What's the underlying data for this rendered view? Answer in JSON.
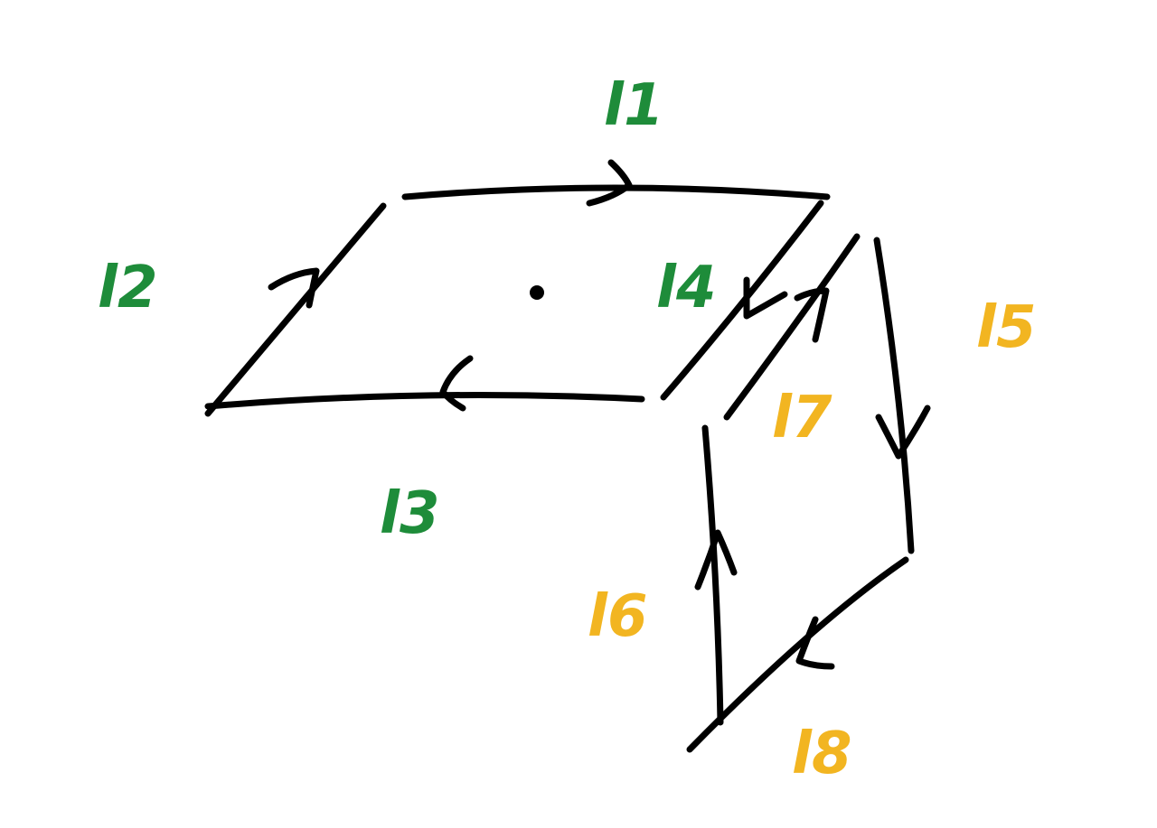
{
  "colors": {
    "stroke": "#000000",
    "green": "#1e8c3a",
    "orange": "#f2b521",
    "background": "#ffffff"
  },
  "labels": {
    "l1": "l1",
    "l2": "l2",
    "l3": "l3",
    "l4": "l4",
    "l5": "l5",
    "l6": "l6",
    "l7": "l7",
    "l8": "l8"
  }
}
